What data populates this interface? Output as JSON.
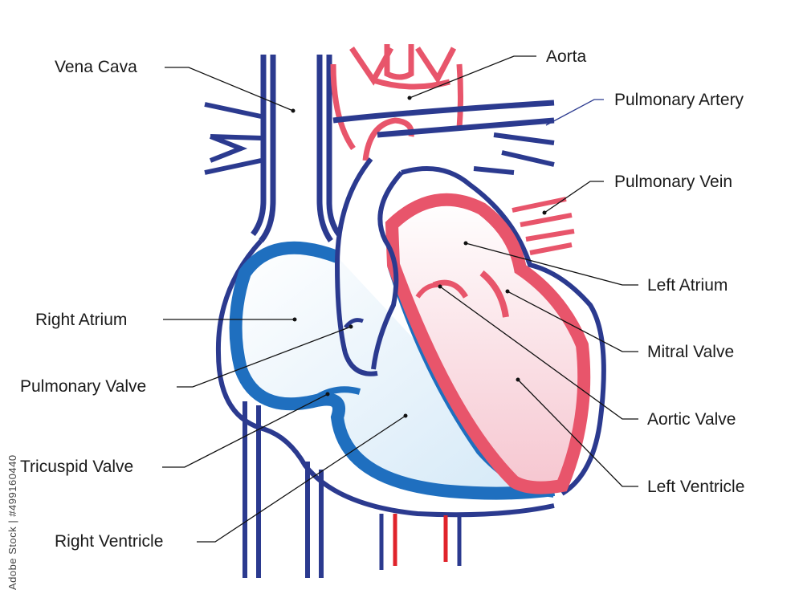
{
  "colors": {
    "vein_blue": "#2b3a8f",
    "deoxy_blue": "#1f6fbf",
    "oxy_red": "#e8556b",
    "artery_red": "#e0232b",
    "right_fill": "#dcecf8",
    "left_fill": "#f9d9df"
  },
  "labels": {
    "vena_cava": "Vena Cava",
    "aorta": "Aorta",
    "pulmonary_artery": "Pulmonary Artery",
    "pulmonary_vein": "Pulmonary Vein",
    "left_atrium": "Left Atrium",
    "right_atrium": "Right Atrium",
    "mitral_valve": "Mitral Valve",
    "pulmonary_valve": "Pulmonary Valve",
    "aortic_valve": "Aortic Valve",
    "tricuspid_valve": "Tricuspid Valve",
    "left_ventricle": "Left Ventricle",
    "right_ventricle": "Right Ventricle"
  },
  "stock_id": "Adobe Stock | #499160440"
}
